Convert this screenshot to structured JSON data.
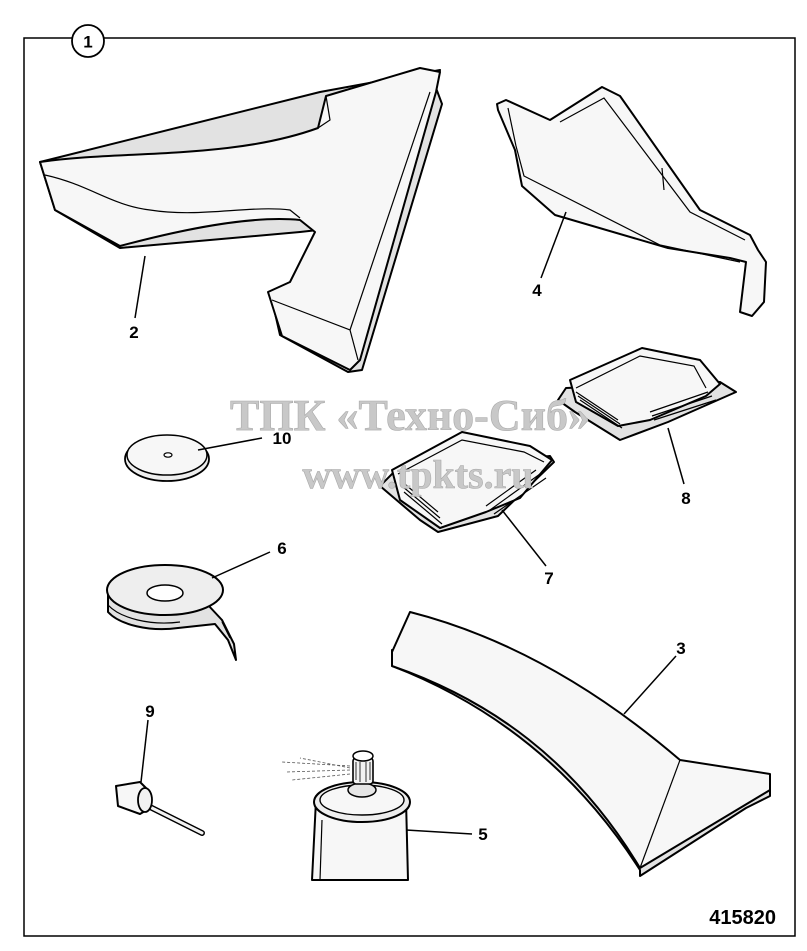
{
  "figure": {
    "group_number": "1",
    "figure_id": "415820"
  },
  "watermark": {
    "line1": "ТПК «Техно-Сиб»",
    "line2": "www.tpkts.ru"
  },
  "callouts": [
    {
      "id": "2",
      "part": "curved-panel-left"
    },
    {
      "id": "4",
      "part": "angled-panel-right"
    },
    {
      "id": "10",
      "part": "washer-disc"
    },
    {
      "id": "8",
      "part": "pad-upper"
    },
    {
      "id": "7",
      "part": "pad-lower"
    },
    {
      "id": "6",
      "part": "tape-roll"
    },
    {
      "id": "3",
      "part": "curved-strip"
    },
    {
      "id": "9",
      "part": "rivet"
    },
    {
      "id": "5",
      "part": "spray-can"
    }
  ]
}
